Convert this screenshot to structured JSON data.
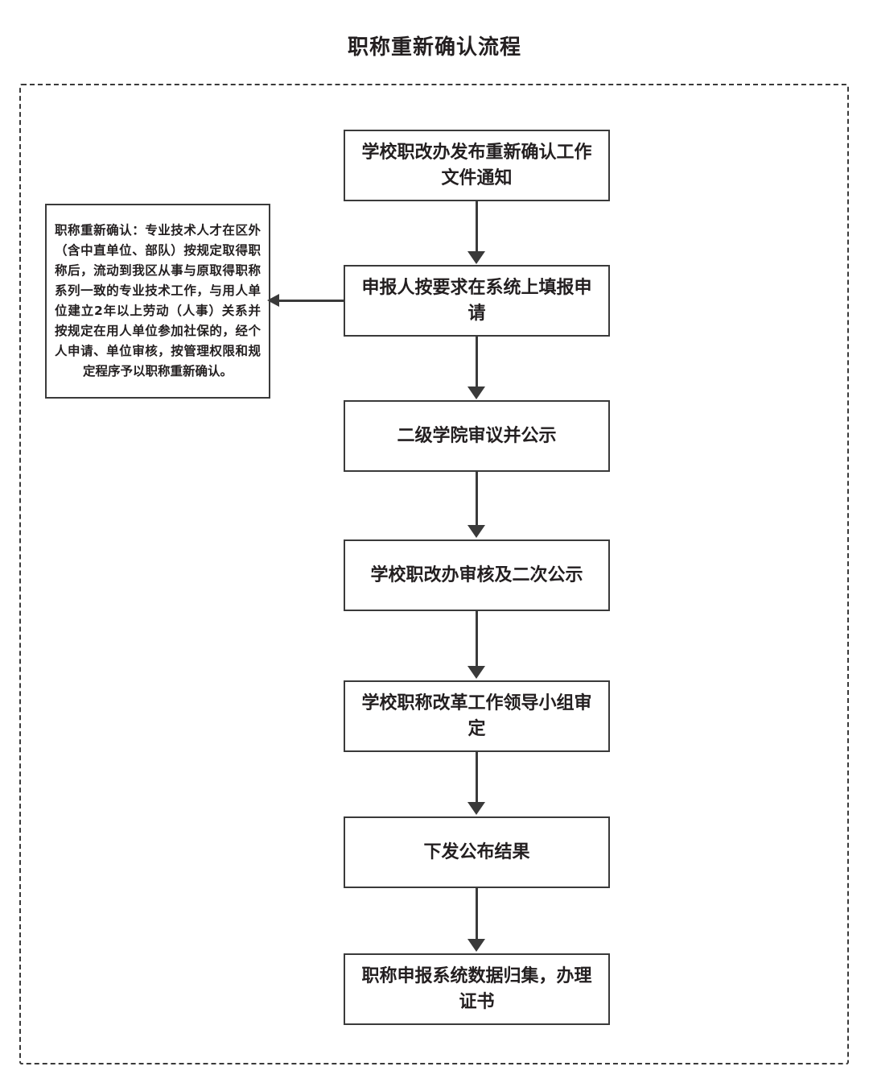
{
  "title": "职称重新确认流程",
  "note": {
    "name": "definition-note",
    "text": "职称重新确认：专业技术人才在区外（含中直单位、部队）按规定取得职称后，流动到我区从事与原取得职称系列一致的专业技术工作，与用人单位建立2年以上劳动（人事）关系并按规定在用人单位参加社保的，经个人申请、单位审核，按管理权限和规定程序予以职称重新确认。"
  },
  "flow": {
    "steps": [
      {
        "id": "step-1",
        "label": "学校职改办发布重新确认工作文件通知"
      },
      {
        "id": "step-2",
        "label": "申报人按要求在系统上填报申请"
      },
      {
        "id": "step-3",
        "label": "二级学院审议并公示"
      },
      {
        "id": "step-4",
        "label": "学校职改办审核及二次公示"
      },
      {
        "id": "step-5",
        "label": "学校职称改革工作领导小组审定"
      },
      {
        "id": "step-6",
        "label": "下发公布结果"
      },
      {
        "id": "step-7",
        "label": "职称申报系统数据归集，办理证书"
      }
    ],
    "connectors": [
      {
        "from": "step-1",
        "to": "step-2",
        "direction": "down"
      },
      {
        "from": "step-2",
        "to": "step-3",
        "direction": "down"
      },
      {
        "from": "step-3",
        "to": "step-4",
        "direction": "down"
      },
      {
        "from": "step-4",
        "to": "step-5",
        "direction": "down"
      },
      {
        "from": "step-5",
        "to": "step-6",
        "direction": "down"
      },
      {
        "from": "step-6",
        "to": "step-7",
        "direction": "down"
      },
      {
        "from": "step-2",
        "to": "definition-note",
        "direction": "left"
      }
    ]
  },
  "colors": {
    "stroke": "#3a3a3a",
    "text": "#231f20",
    "background": "#ffffff"
  }
}
